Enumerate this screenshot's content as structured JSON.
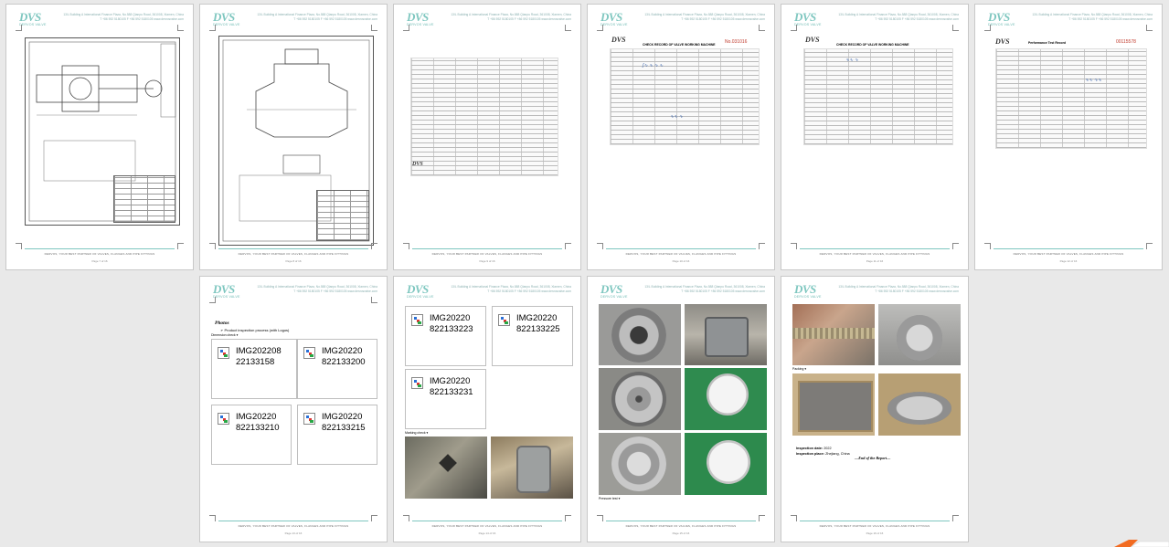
{
  "header": {
    "logo_mark": "DVS",
    "logo_sub": "DERVOS VALVE",
    "address_line1": "13/L Building A International Finance Plaza, No.588 Qianpu Road, 361008, Xiamen, China",
    "address_line2": "T +86 592 5180105   F +86 592 5180105   www.dervosvalve.com"
  },
  "footer": {
    "tagline": "DERVOS, YOUR BEST PARTNER OF VALVES, FLANGES AND PIPE FITTINGS"
  },
  "pages": [
    {
      "page_label": "Page 7 of 16"
    },
    {
      "page_label": "Page 8 of 16"
    },
    {
      "page_label": "Page 9 of 16"
    },
    {
      "page_label": "Page 10 of 16"
    },
    {
      "page_label": "Page 11 of 16"
    },
    {
      "page_label": "Page 12 of 16"
    },
    {
      "page_label": "Page 13 of 16"
    },
    {
      "page_label": "Page 14 of 16"
    },
    {
      "page_label": "Page 15 of 16"
    },
    {
      "page_label": "Page 16 of 16"
    }
  ],
  "page10": {
    "record_title": "CHECK RECORD OF VALVE WORKING MACHINE",
    "stamp": "DVS",
    "red_number": "No.031016"
  },
  "page11": {
    "record_title": "CHECK RECORD OF VALVE WORKING MACHINE",
    "stamp": "DVS"
  },
  "page12": {
    "record_title": "Performance Test Record",
    "stamp": "DVS",
    "red_number": "00115578"
  },
  "page13": {
    "title": "Photos",
    "subtitle": "Product inspection process (with Logos)",
    "caption": "Dimension check",
    "images": [
      "IMG202208\n22133158",
      "IMG20220\n822133200",
      "IMG20220\n822133210",
      "IMG20220\n822133215"
    ]
  },
  "page14": {
    "images": [
      "IMG20220\n822133223",
      "IMG20220\n822133225",
      "IMG20220\n822133231"
    ],
    "caption": "Marking check"
  },
  "page15": {
    "caption": "Pressure test"
  },
  "page16": {
    "caption": "Packing",
    "inspection_date_label": "Inspection date:",
    "inspection_date": "2022",
    "inspection_place_label": "Inspection place:",
    "inspection_place": "Zhejiang, China",
    "end_text": "End of the Report"
  }
}
